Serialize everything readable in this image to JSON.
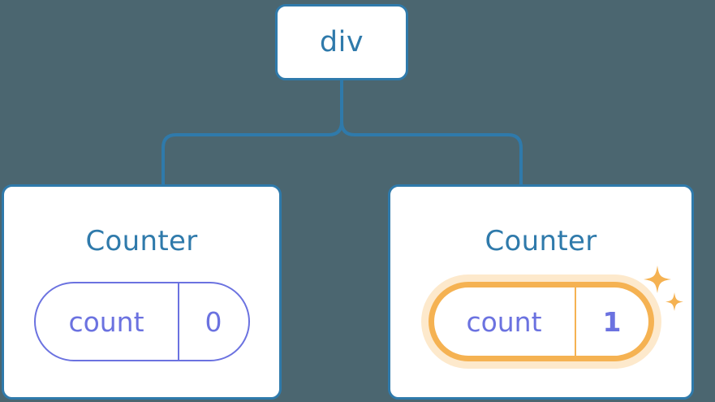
{
  "diagram": {
    "type": "component-tree",
    "background_color": "#4b6670",
    "node_border_color": "#2f7aab",
    "node_text_color": "#2f7aab",
    "state_color": "#6b72e0",
    "highlight_color": "#f5b252",
    "highlight_glow_color": "#fae0b8"
  },
  "root": {
    "label": "div"
  },
  "cards": [
    {
      "title": "Counter",
      "state": {
        "key": "count",
        "value": "0"
      },
      "highlighted": false
    },
    {
      "title": "Counter",
      "state": {
        "key": "count",
        "value": "1"
      },
      "highlighted": true
    }
  ],
  "icons": {
    "sparkle_large": "sparkle-icon",
    "sparkle_small": "sparkle-icon"
  }
}
